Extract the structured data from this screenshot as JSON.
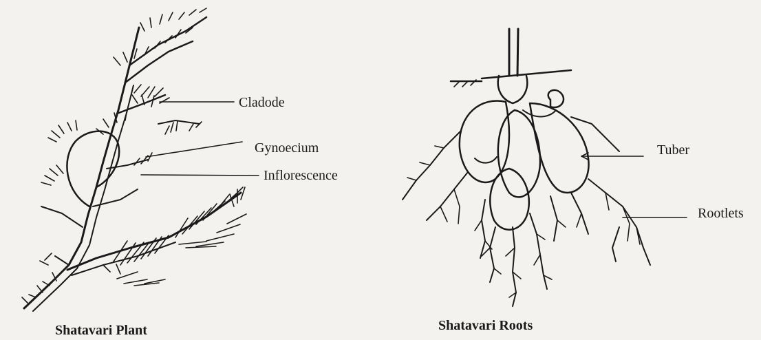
{
  "plant": {
    "caption": "Shatavari Plant",
    "labels": {
      "cladode": "Cladode",
      "gynoecium": "Gynoecium",
      "inflorescence": "Inflorescence"
    }
  },
  "roots": {
    "caption": "Shatavari Roots",
    "labels": {
      "tuber": "Tuber",
      "rootlets": "Rootlets"
    }
  },
  "colors": {
    "ink": "#1a1a1a",
    "paper": "#f4f2ee"
  }
}
